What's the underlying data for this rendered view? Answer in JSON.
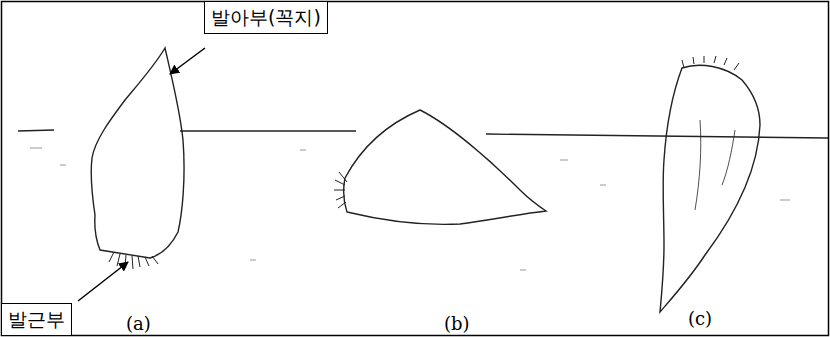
{
  "diagram": {
    "nodes": [
      {
        "text": [
          "발아부(꼭지)"
        ]
      },
      {
        "text": [
          "발근부"
        ]
      }
    ],
    "labels": [
      "(a)",
      "(b)",
      "(c)"
    ]
  }
}
